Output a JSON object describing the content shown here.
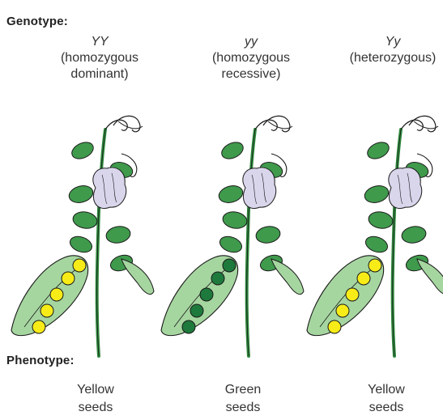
{
  "headings": {
    "genotype": "Genotype:",
    "phenotype": "Phenotype:"
  },
  "plants": [
    {
      "genotype": "YY",
      "genotype_desc": "(homozygous\ndominant)",
      "phenotype": "Yellow\nseeds",
      "seed_color": "#f7ec18"
    },
    {
      "genotype": "yy",
      "genotype_desc": "(homozygous\nrecessive)",
      "phenotype": "Green\nseeds",
      "seed_color": "#1e7a3c"
    },
    {
      "genotype": "Yy",
      "genotype_desc": "(heterozygous)",
      "phenotype": "Yellow\nseeds",
      "seed_color": "#f7ec18"
    }
  ],
  "colors": {
    "leaf": "#3f9a4c",
    "stem": "#2f8a3e",
    "flower": "#d9d6ec",
    "pod": "#a6d6a0",
    "outline": "#1a1a1a"
  }
}
